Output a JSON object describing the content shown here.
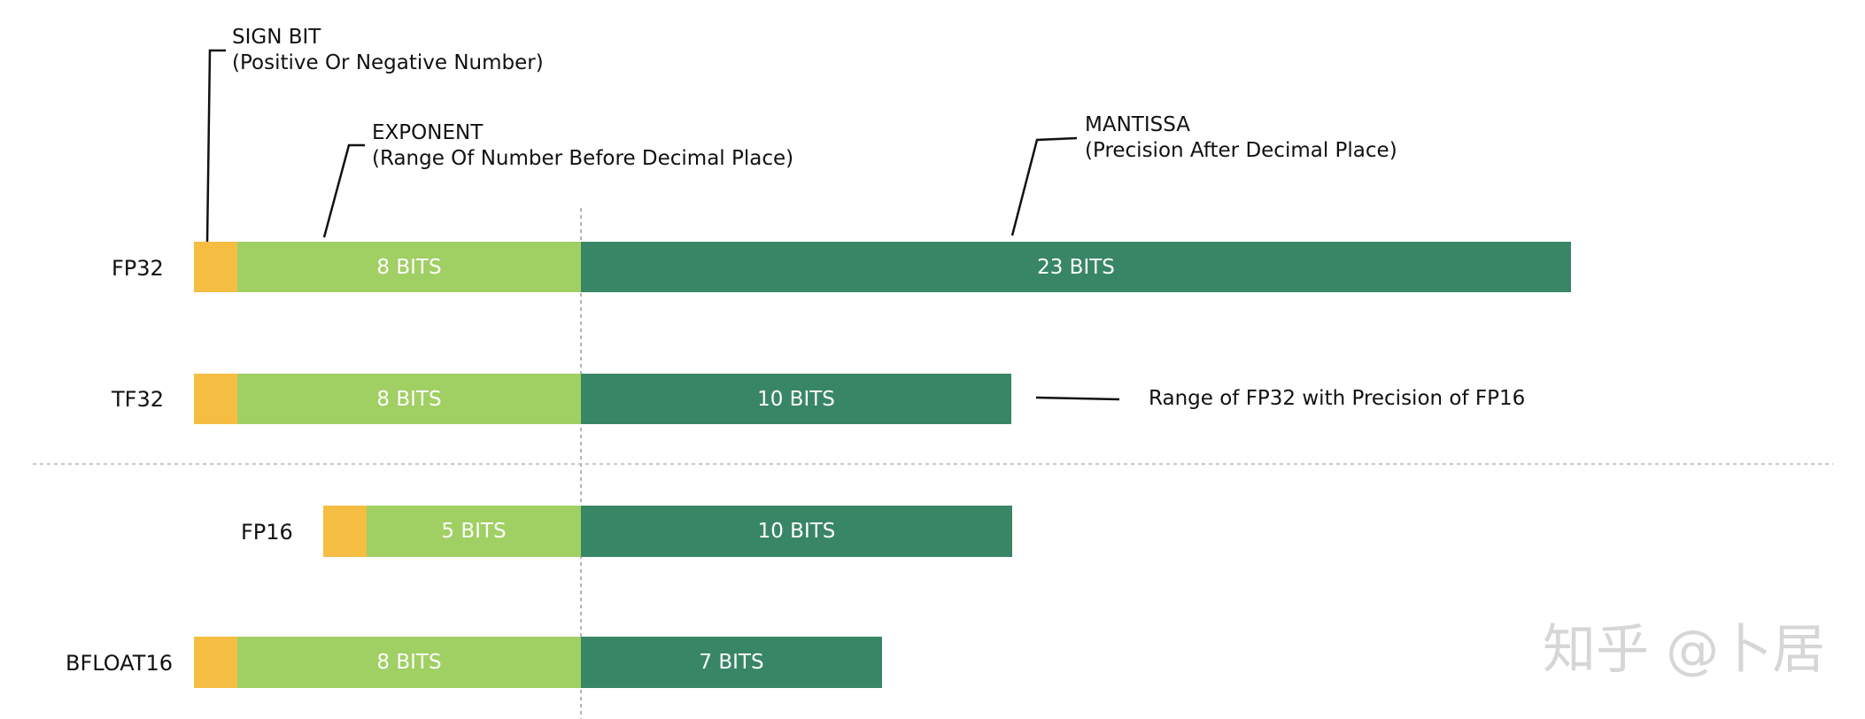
{
  "annotations": {
    "sign": {
      "title": "SIGN BIT",
      "desc": "(Positive Or Negative Number)"
    },
    "exponent": {
      "title": "EXPONENT",
      "desc": "(Range Of Number Before Decimal Place)"
    },
    "mantissa": {
      "title": "MANTISSA",
      "desc": "(Precision After Decimal Place)"
    }
  },
  "formats": [
    {
      "name": "FP32",
      "exponent_label": "8 BITS",
      "mantissa_label": "23 BITS"
    },
    {
      "name": "TF32",
      "exponent_label": "8 BITS",
      "mantissa_label": "10 BITS"
    },
    {
      "name": "FP16",
      "exponent_label": "5 BITS",
      "mantissa_label": "10 BITS"
    },
    {
      "name": "BFLOAT16",
      "exponent_label": "8 BITS",
      "mantissa_label": "7 BITS"
    }
  ],
  "tf32_note": "Range of FP32 with Precision of FP16",
  "watermark": "知乎 @卜居",
  "colors": {
    "sign": "#f6bd43",
    "exponent": "#a0cf63",
    "mantissa": "#398667"
  }
}
